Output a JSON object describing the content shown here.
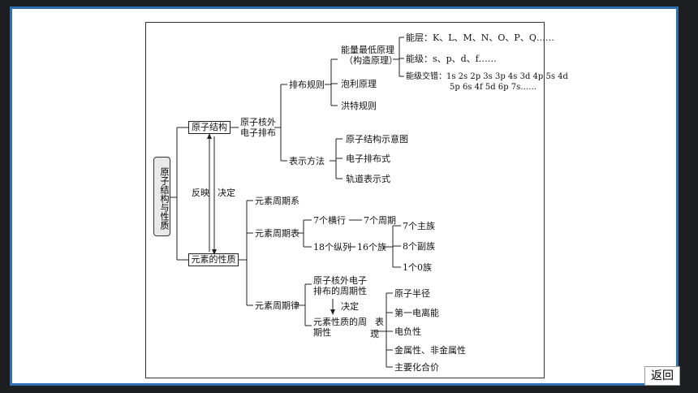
{
  "diagram": {
    "root": "原子结构与性质",
    "atom_structure": "原子结构",
    "element_properties": "元素的性质",
    "feedback": "反映",
    "determine": "决定",
    "electron_config_l1": "原子核外",
    "electron_config_l2": "电子排布",
    "arrangement_rules": "排布规则",
    "lowest_energy_l1": "能量最低原理",
    "lowest_energy_l2": "（构造原理）",
    "pauli": "泡利原理",
    "hund": "洪特规则",
    "energy_layer": "能层：K、L、M、N、O、P、Q……",
    "energy_level": "能级：s、p、d、f……",
    "level_order_l1": "能级交错：1s 2s 2p 3s 3p 4s 3d 4p 5s 4d",
    "level_order_l2": "5p 6s 4f 5d 6p 7s……",
    "representation": "表示方法",
    "structure_diagram": "原子结构示意图",
    "electron_formula": "电子排布式",
    "orbital_formula": "轨道表示式",
    "periodic_system": "元素周期系",
    "periodic_table": "元素周期表",
    "rows_7": "7个横行",
    "periods_7": "7个周期",
    "cols_18": "18个纵列",
    "groups_16": "16个族",
    "main_groups": "7个主族",
    "sub_groups": "8个副族",
    "zero_group": "1个0族",
    "periodic_law": "元素周期律",
    "periodicity_l1": "原子核外电子",
    "periodicity_l2": "排布的周期性",
    "determine2": "决定",
    "prop_periodicity_l1": "元素性质的周",
    "prop_periodicity_l2": "期性",
    "show_1": "表",
    "show_2": "现",
    "atomic_radius": "原子半径",
    "ionization": "第一电离能",
    "electronegativity": "电负性",
    "metallic": "金属性、非金属性",
    "valence": "主要化合价"
  },
  "back_button": "返回"
}
